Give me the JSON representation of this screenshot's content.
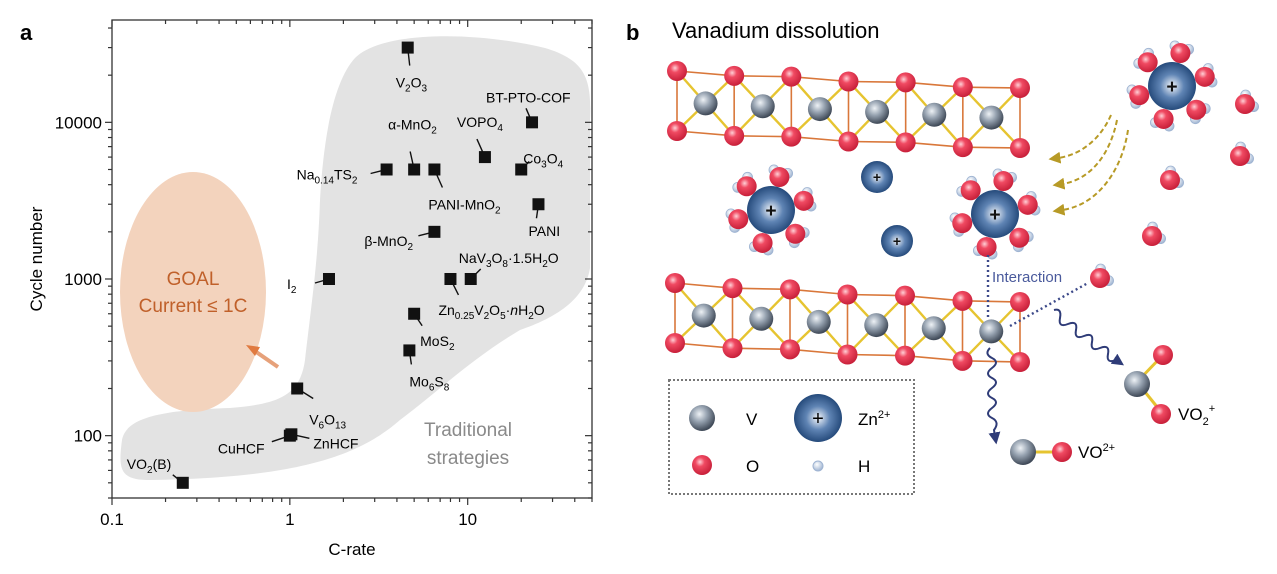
{
  "chart_data": {
    "type": "scatter",
    "panel_label": "a",
    "title": "",
    "xlabel": "C-rate",
    "ylabel": "Cycle number",
    "xscale": "log",
    "yscale": "log",
    "xlim": [
      0.1,
      50
    ],
    "ylim": [
      40,
      45000
    ],
    "xticks": [
      {
        "value": 0.1,
        "label": "0.1"
      },
      {
        "value": 1,
        "label": "1"
      },
      {
        "value": 10,
        "label": "10"
      }
    ],
    "yticks": [
      {
        "value": 100,
        "label": "100"
      },
      {
        "value": 1000,
        "label": "1000"
      },
      {
        "value": 10000,
        "label": "10000"
      }
    ],
    "grid": false,
    "points": [
      {
        "label": "V2O3",
        "sub": [
          [
            "V",
            ""
          ],
          [
            "2",
            "s"
          ],
          [
            "O",
            ""
          ],
          [
            "3",
            "s"
          ]
        ],
        "x": 4.6,
        "y": 30000
      },
      {
        "label": "BT-PTO-COF",
        "sub": [
          [
            "BT-PTO-COF",
            ""
          ]
        ],
        "x": 23,
        "y": 10000
      },
      {
        "label": "VOPO4",
        "sub": [
          [
            "VOPO",
            ""
          ],
          [
            "4",
            "s"
          ]
        ],
        "x": 12.5,
        "y": 6000
      },
      {
        "label": "Co3O4",
        "sub": [
          [
            "Co",
            ""
          ],
          [
            "3",
            "s"
          ],
          [
            "O",
            ""
          ],
          [
            "4",
            "s"
          ]
        ],
        "x": 20,
        "y": 5000
      },
      {
        "label": "Na0.14TS2",
        "sub": [
          [
            "Na",
            ""
          ],
          [
            "0.14",
            "s"
          ],
          [
            "TS",
            ""
          ],
          [
            "2",
            "s"
          ]
        ],
        "x": 3.5,
        "y": 5000
      },
      {
        "label": "α-MnO2",
        "sub": [
          [
            "α-MnO",
            ""
          ],
          [
            "2",
            "s"
          ]
        ],
        "x": 5,
        "y": 5000
      },
      {
        "label": "PANI-MnO2",
        "sub": [
          [
            "PANI-MnO",
            ""
          ],
          [
            "2",
            "s"
          ]
        ],
        "x": 6.5,
        "y": 5000
      },
      {
        "label": "PANI",
        "sub": [
          [
            "PANI",
            ""
          ]
        ],
        "x": 25,
        "y": 3000
      },
      {
        "label": "β-MnO2",
        "sub": [
          [
            "β-MnO",
            ""
          ],
          [
            "2",
            "s"
          ]
        ],
        "x": 6.5,
        "y": 2000
      },
      {
        "label": "I2",
        "sub": [
          [
            "I",
            ""
          ],
          [
            "2",
            "s"
          ]
        ],
        "x": 1.66,
        "y": 1000
      },
      {
        "label": "Zn0.25V2O5·nH2O",
        "sub": [
          [
            "Zn",
            ""
          ],
          [
            "0.25",
            "s"
          ],
          [
            "V",
            ""
          ],
          [
            "2",
            "s"
          ],
          [
            "O",
            ""
          ],
          [
            "5",
            "s"
          ],
          [
            "·",
            ""
          ],
          [
            "n",
            "i"
          ],
          [
            "H",
            ""
          ],
          [
            "2",
            "s"
          ],
          [
            "O",
            ""
          ]
        ],
        "x": 8,
        "y": 1000
      },
      {
        "label": "NaV3O8·1.5H2O",
        "sub": [
          [
            "NaV",
            ""
          ],
          [
            "3",
            "s"
          ],
          [
            "O",
            ""
          ],
          [
            "8",
            "s"
          ],
          [
            "·1.5H",
            ""
          ],
          [
            "2",
            "s"
          ],
          [
            "O",
            ""
          ]
        ],
        "x": 10.4,
        "y": 1000
      },
      {
        "label": "MoS2",
        "sub": [
          [
            "MoS",
            ""
          ],
          [
            "2",
            "s"
          ]
        ],
        "x": 5,
        "y": 600
      },
      {
        "label": "Mo6S8",
        "sub": [
          [
            "Mo",
            ""
          ],
          [
            "6",
            "s"
          ],
          [
            "S",
            ""
          ],
          [
            "8",
            "s"
          ]
        ],
        "x": 4.7,
        "y": 350
      },
      {
        "label": "V6O13",
        "sub": [
          [
            "V",
            ""
          ],
          [
            "6",
            "s"
          ],
          [
            "O",
            ""
          ],
          [
            "13",
            "s"
          ]
        ],
        "x": 1.1,
        "y": 200
      },
      {
        "label": "CuHCF",
        "sub": [
          [
            "CuHCF",
            ""
          ]
        ],
        "x": 1.0,
        "y": 100
      },
      {
        "label": "ZnHCF",
        "sub": [
          [
            "ZnHCF",
            ""
          ]
        ],
        "x": 1.02,
        "y": 102
      },
      {
        "label": "VO2(B)",
        "sub": [
          [
            "VO",
            ""
          ],
          [
            "2",
            "s"
          ],
          [
            "(B)",
            ""
          ]
        ],
        "x": 0.25,
        "y": 50
      }
    ],
    "annotations": {
      "goal_line1": "GOAL",
      "goal_line2": "Current ≤ 1C",
      "traditional_line1": "Traditional",
      "traditional_line2": "strategies"
    },
    "colors": {
      "marker": "#111111",
      "traditional_region": "#e3e3e3",
      "goal_region": "#f3d3bd",
      "goal_text": "#c0602a",
      "traditional_text": "#8a8a8a"
    }
  },
  "diagram": {
    "panel_label": "b",
    "title": "Vanadium dissolution",
    "interaction_label": "Interaction",
    "product_vo2_plus": {
      "base": "VO",
      "sub": "2",
      "sup": "+"
    },
    "product_vo_2plus": {
      "base": "VO",
      "sup": "2+"
    },
    "legend": {
      "v": "V",
      "zn": "Zn",
      "zn_sup": "2+",
      "o": "O",
      "h": "H"
    },
    "colors": {
      "oxygen": "#e8304a",
      "vanadium": "#8e9aa8",
      "zinc": "#1f4a80",
      "hydrogen": "#c9d6ea",
      "frame": "#d9773a",
      "bond": "#e6c430",
      "interaction": "#3d4a8a",
      "arrow": "#b79a26"
    }
  }
}
